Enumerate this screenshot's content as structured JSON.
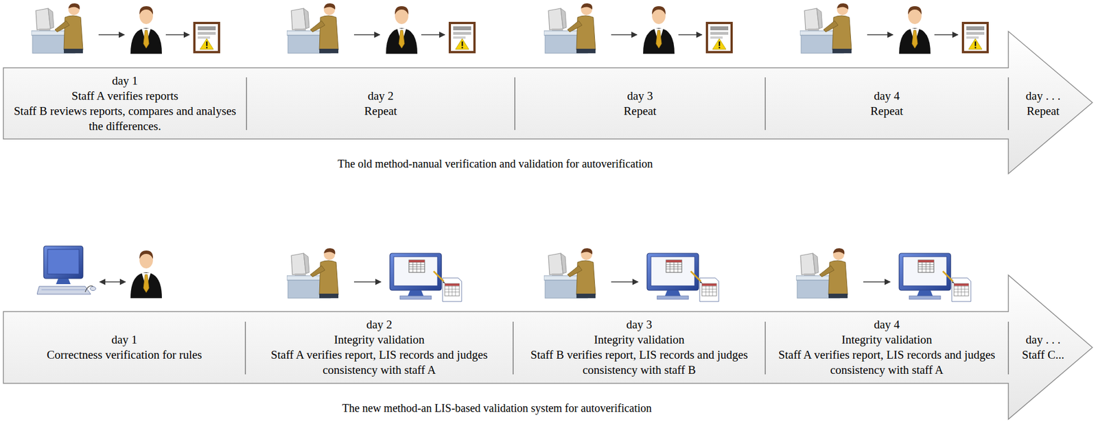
{
  "diagram": {
    "nodes": [
      {
        "text": [
          "day 1",
          "Staff A verifies reports",
          "Staff B reviews reports, compares and analyses the differences."
        ]
      },
      {
        "text": [
          "day 2",
          "Repeat"
        ]
      },
      {
        "text": [
          "day 3",
          "Repeat"
        ]
      },
      {
        "text": [
          "day 4",
          "Repeat"
        ]
      },
      {
        "text": [
          "day . . .",
          "Repeat"
        ]
      },
      {
        "text": [
          "day 1",
          "Correctness verification for rules"
        ]
      },
      {
        "text": [
          "day 2",
          "Integrity validation",
          "Staff A verifies report, LIS records and judges consistency with staff A"
        ]
      },
      {
        "text": [
          "day 3",
          "Integrity validation",
          "Staff B verifies report, LIS records and judges consistency with staff B"
        ]
      },
      {
        "text": [
          "day 4",
          "Integrity validation",
          "Staff A verifies report, LIS records and judges consistency with staff A"
        ]
      },
      {
        "text": [
          "day . . .",
          "Staff C..."
        ]
      }
    ],
    "labels": [
      "The old method-nanual verification and validation for autoverification",
      "The new method-an LIS-based validation system for autoverification"
    ]
  }
}
